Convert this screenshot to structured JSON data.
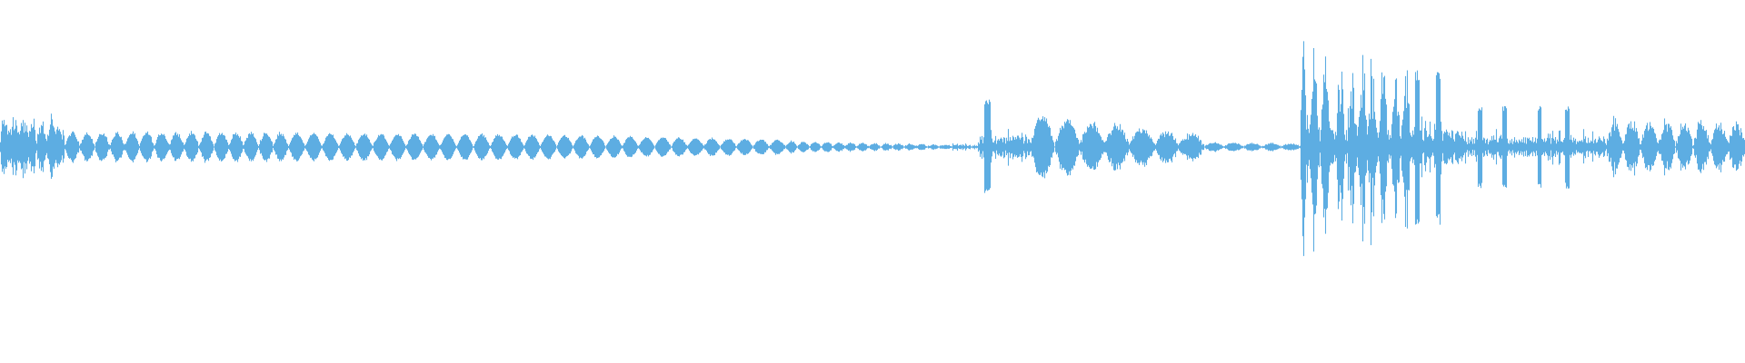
{
  "waveform": {
    "color": "#5dade2",
    "background": "#ffffff",
    "segments": [
      {
        "type": "lobes",
        "start": 0.0,
        "end": 0.037,
        "count": 7,
        "ampStart": 0.16,
        "ampEnd": 0.1,
        "jitter": 0.45,
        "noise": 0.12
      },
      {
        "type": "lobes",
        "start": 0.037,
        "end": 0.165,
        "count": 15,
        "ampStart": 0.1,
        "ampEnd": 0.1,
        "jitter": 0.05,
        "noise": 0.02
      },
      {
        "type": "lobes",
        "start": 0.165,
        "end": 0.3,
        "count": 14,
        "ampStart": 0.1,
        "ampEnd": 0.09,
        "jitter": 0.02,
        "noise": 0.01
      },
      {
        "type": "lobes",
        "start": 0.3,
        "end": 0.45,
        "count": 16,
        "ampStart": 0.09,
        "ampEnd": 0.05,
        "jitter": 0.02,
        "noise": 0.01
      },
      {
        "type": "lobes",
        "start": 0.45,
        "end": 0.545,
        "count": 14,
        "ampStart": 0.04,
        "ampEnd": 0.01,
        "jitter": 0.02,
        "noise": 0.01
      },
      {
        "type": "noise",
        "start": 0.545,
        "end": 0.56,
        "amp": 0.03
      },
      {
        "type": "noise",
        "start": 0.56,
        "end": 0.59,
        "amp": 0.16,
        "spikes": [
          0.565,
          0.566
        ]
      },
      {
        "type": "lobes",
        "start": 0.59,
        "end": 0.69,
        "count": 7,
        "ampStart": 0.22,
        "ampEnd": 0.06,
        "jitter": 0.15,
        "noise": 0.04
      },
      {
        "type": "lobes",
        "start": 0.69,
        "end": 0.745,
        "count": 5,
        "ampStart": 0.03,
        "ampEnd": 0.02,
        "jitter": 0.05,
        "noise": 0.01
      },
      {
        "type": "burst",
        "start": 0.745,
        "end": 0.81,
        "amp": 0.92,
        "density": 0.85
      },
      {
        "type": "noise",
        "start": 0.81,
        "end": 0.84,
        "amp": 0.26,
        "spikes": [
          0.812,
          0.824
        ]
      },
      {
        "type": "noise",
        "start": 0.84,
        "end": 0.92,
        "amp": 0.14,
        "spikes": [
          0.848,
          0.862,
          0.882,
          0.898
        ]
      },
      {
        "type": "lobes",
        "start": 0.92,
        "end": 1.0,
        "count": 8,
        "ampStart": 0.16,
        "ampEnd": 0.14,
        "jitter": 0.35,
        "noise": 0.04
      }
    ],
    "centerLine": 0.405
  }
}
